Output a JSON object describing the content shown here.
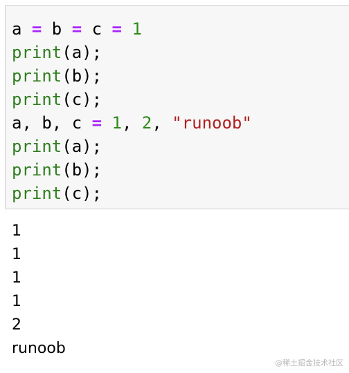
{
  "code_cell": {
    "lines": [
      [
        {
          "t": "a",
          "c": "var"
        },
        {
          "t": " ",
          "c": "var"
        },
        {
          "t": "=",
          "c": "op"
        },
        {
          "t": " b ",
          "c": "var"
        },
        {
          "t": "=",
          "c": "op"
        },
        {
          "t": " c ",
          "c": "var"
        },
        {
          "t": "=",
          "c": "op"
        },
        {
          "t": " ",
          "c": "var"
        },
        {
          "t": "1",
          "c": "num"
        }
      ],
      [
        {
          "t": "print",
          "c": "kw"
        },
        {
          "t": "(a);",
          "c": "var"
        }
      ],
      [
        {
          "t": "print",
          "c": "kw"
        },
        {
          "t": "(b);",
          "c": "var"
        }
      ],
      [
        {
          "t": "print",
          "c": "kw"
        },
        {
          "t": "(c);",
          "c": "var"
        }
      ],
      [
        {
          "t": "a, b, c ",
          "c": "var"
        },
        {
          "t": "=",
          "c": "op"
        },
        {
          "t": " ",
          "c": "var"
        },
        {
          "t": "1",
          "c": "num"
        },
        {
          "t": ", ",
          "c": "var"
        },
        {
          "t": "2",
          "c": "num"
        },
        {
          "t": ", ",
          "c": "var"
        },
        {
          "t": "\"runoob\"",
          "c": "str"
        }
      ],
      [
        {
          "t": "print",
          "c": "kw"
        },
        {
          "t": "(a);",
          "c": "var"
        }
      ],
      [
        {
          "t": "print",
          "c": "kw"
        },
        {
          "t": "(b);",
          "c": "var"
        }
      ],
      [
        {
          "t": "print",
          "c": "kw"
        },
        {
          "t": "(c);",
          "c": "var"
        }
      ]
    ]
  },
  "output": {
    "lines": [
      "1",
      "1",
      "1",
      "1",
      "2",
      "runoob"
    ]
  },
  "watermark": "@稀土掘金技术社区",
  "colors": {
    "keyword": "#2f7e1f",
    "operator": "#aa22ff",
    "number": "#2f8a1a",
    "string": "#b02020",
    "cell_background": "#f7f7f7",
    "cell_border": "#cfcfcf"
  }
}
